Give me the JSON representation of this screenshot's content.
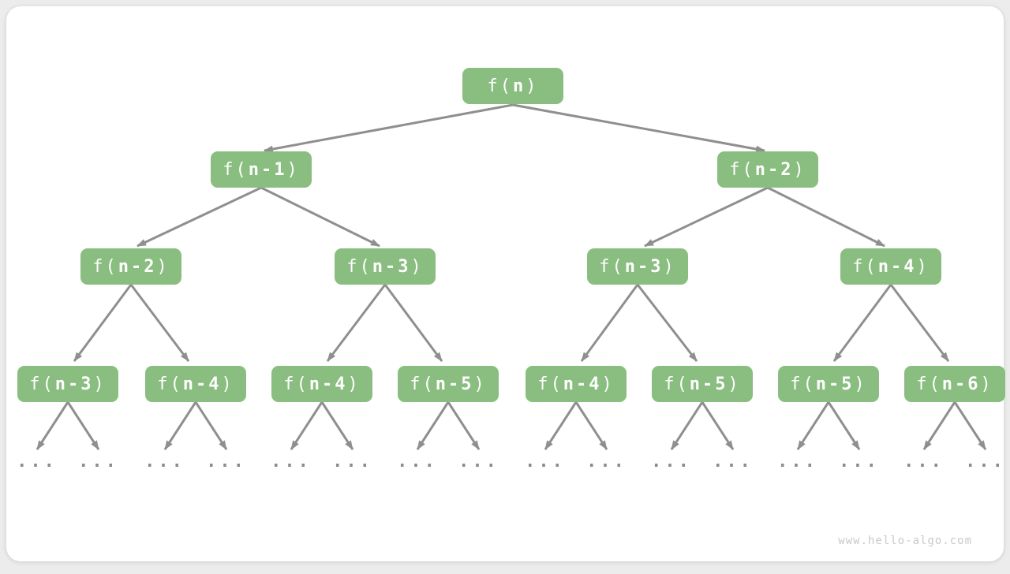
{
  "page": {
    "watermark": "www.hello-algo.com"
  },
  "colors": {
    "canvas_bg": "#ececec",
    "card_bg": "#ffffff",
    "node_fill": "#8abd80",
    "node_text": "#ffffff",
    "arrow": "#8f8f8f",
    "ellipsis_color": "#8c8c8c",
    "watermark_color": "#c9c9c9"
  },
  "tree": {
    "description": "Recursion tree of fibonacci-style calls f(n) = f(n-1) + f(n-2)",
    "ellipsis": "...",
    "nodes": [
      {
        "level": 1,
        "prefix": "f(",
        "arg": "n",
        "suffix": ")"
      },
      {
        "level": 2,
        "prefix": "f(",
        "arg": "n-1",
        "suffix": ")"
      },
      {
        "level": 2,
        "prefix": "f(",
        "arg": "n-2",
        "suffix": ")"
      },
      {
        "level": 3,
        "prefix": "f(",
        "arg": "n-2",
        "suffix": ")"
      },
      {
        "level": 3,
        "prefix": "f(",
        "arg": "n-3",
        "suffix": ")"
      },
      {
        "level": 3,
        "prefix": "f(",
        "arg": "n-3",
        "suffix": ")"
      },
      {
        "level": 3,
        "prefix": "f(",
        "arg": "n-4",
        "suffix": ")"
      },
      {
        "level": 4,
        "prefix": "f(",
        "arg": "n-3",
        "suffix": ")"
      },
      {
        "level": 4,
        "prefix": "f(",
        "arg": "n-4",
        "suffix": ")"
      },
      {
        "level": 4,
        "prefix": "f(",
        "arg": "n-4",
        "suffix": ")"
      },
      {
        "level": 4,
        "prefix": "f(",
        "arg": "n-5",
        "suffix": ")"
      },
      {
        "level": 4,
        "prefix": "f(",
        "arg": "n-4",
        "suffix": ")"
      },
      {
        "level": 4,
        "prefix": "f(",
        "arg": "n-5",
        "suffix": ")"
      },
      {
        "level": 4,
        "prefix": "f(",
        "arg": "n-5",
        "suffix": ")"
      },
      {
        "level": 4,
        "prefix": "f(",
        "arg": "n-6",
        "suffix": ")"
      }
    ]
  }
}
